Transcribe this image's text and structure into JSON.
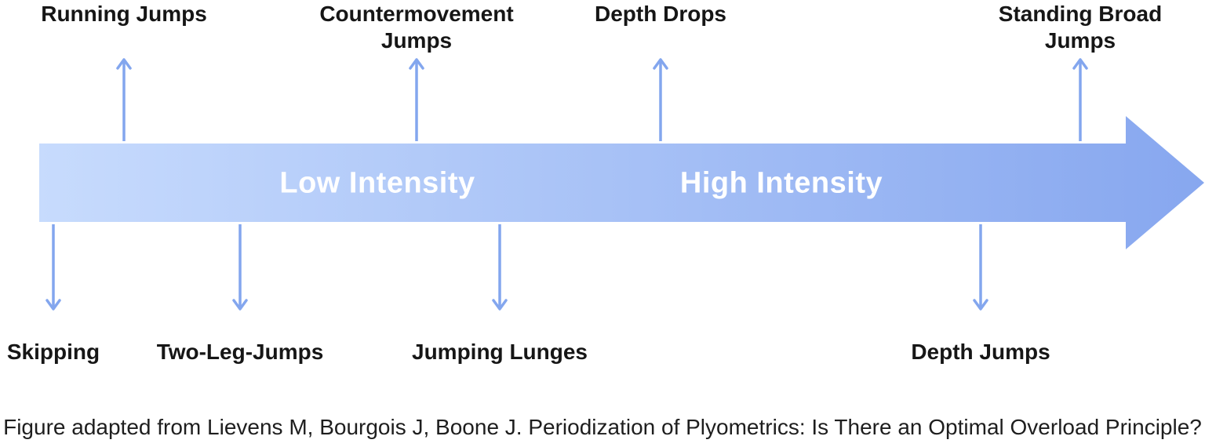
{
  "diagram": {
    "top_labels": [
      {
        "label": "Running Jumps"
      },
      {
        "label": "Countermovement Jumps"
      },
      {
        "label": "Depth Drops"
      },
      {
        "label": "Standing Broad Jumps"
      }
    ],
    "bottom_labels": [
      {
        "label": "Skipping"
      },
      {
        "label": "Two-Leg-Jumps"
      },
      {
        "label": "Jumping Lunges"
      },
      {
        "label": "Depth Jumps"
      }
    ],
    "axis": {
      "low_label": "Low Intensity",
      "high_label": "High Intensity"
    },
    "colors": {
      "gradient_start": "#c7dbfd",
      "gradient_end": "#87a7ef",
      "small_arrow": "#83a6ee",
      "label_text": "#161616",
      "intensity_text": "#ffffff"
    },
    "caption": "Figure adapted from Lievens M, Bourgois J, Boone J. Periodization of Plyometrics: Is There an Optimal Overload Principle?"
  }
}
